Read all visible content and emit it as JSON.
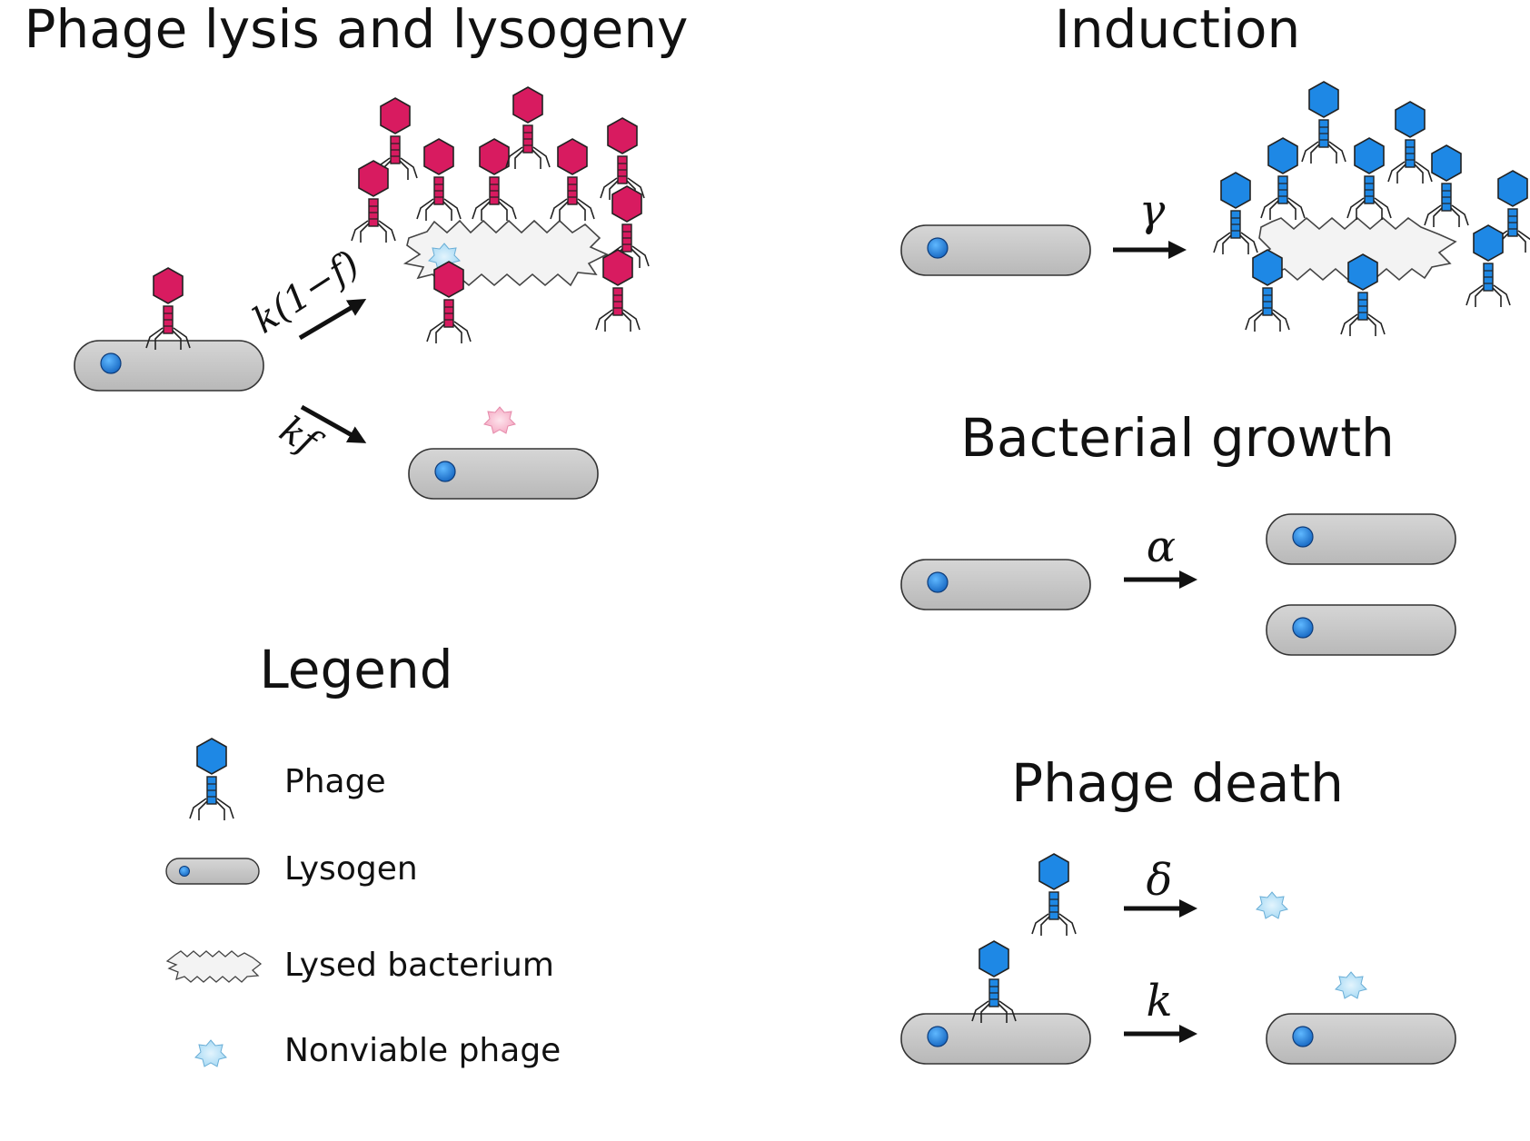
{
  "titles": {
    "lysis_lysogeny": "Phage lysis and lysogeny",
    "induction": "Induction",
    "bacterial_growth": "Bacterial growth",
    "phage_death": "Phage death",
    "legend": "Legend"
  },
  "rates": {
    "lysis": "k(1−f)",
    "lysogeny": "kf",
    "induction": "γ",
    "growth": "α",
    "decay": "δ",
    "adsorption": "k"
  },
  "legend_items": {
    "phage": "Phage",
    "lysogen": "Lysogen",
    "lysed": "Lysed bacterium",
    "nonviable": "Nonviable phage"
  },
  "colors": {
    "phage_lytic": "#d81b60",
    "phage_temperate": "#1e88e5",
    "bacterium_fill": "#c8c8c8",
    "nucleoid": "#1e88e5",
    "nonviable_blue": "#b3e0f7",
    "nonviable_pink": "#f8bbd0",
    "lysed_fill": "#f3f3f3"
  }
}
